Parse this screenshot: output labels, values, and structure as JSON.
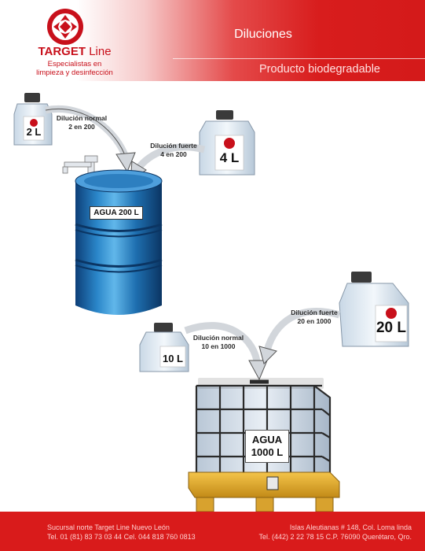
{
  "brand": {
    "name_bold": "TARGET",
    "name_light": "Line",
    "tagline_1": "Especialistas en",
    "tagline_2": "limpieza y desinfección",
    "color": "#c8101b"
  },
  "header": {
    "title": "Diluciones",
    "subtitle": "Producto biodegradable"
  },
  "section_barrel": {
    "jug_small": "2 L",
    "jug_large": "4 L",
    "normal_label": "Dilución normal",
    "normal_ratio": "2 en 200",
    "strong_label": "Dilución fuerte",
    "strong_ratio": "4 en 200",
    "container_label": "AGUA 200 L"
  },
  "section_tote": {
    "jug_small": "10 L",
    "jug_large": "20 L",
    "normal_label": "Dilución normal",
    "normal_ratio": "10 en 1000",
    "strong_label": "Dilución fuerte",
    "strong_ratio": "20 en 1000",
    "container_line1": "AGUA",
    "container_line2": "1000 L"
  },
  "footer": {
    "left_line1": "Sucursal norte Target Line Nuevo León",
    "left_line2": "Tel. 01 (81) 83 73 03 44   Cel. 044 818 760 0813",
    "right_line1": "Islas Aleutianas # 148, Col. Loma linda",
    "right_line2": "Tel. (442) 2 22 78 15  C.P. 76090 Querétaro, Qro."
  }
}
